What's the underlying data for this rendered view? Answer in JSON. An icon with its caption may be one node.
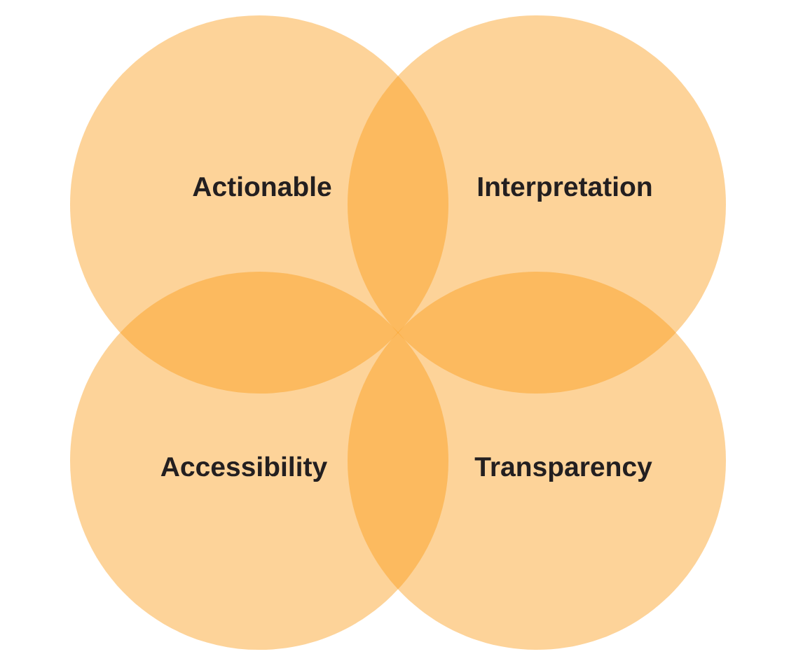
{
  "diagram": {
    "nodes": [
      {
        "text": [
          "Actionable"
        ]
      },
      {
        "text": [
          "Interpretation"
        ]
      },
      {
        "text": [
          "Accessibility"
        ]
      },
      {
        "text": [
          "Transparency"
        ]
      }
    ]
  }
}
